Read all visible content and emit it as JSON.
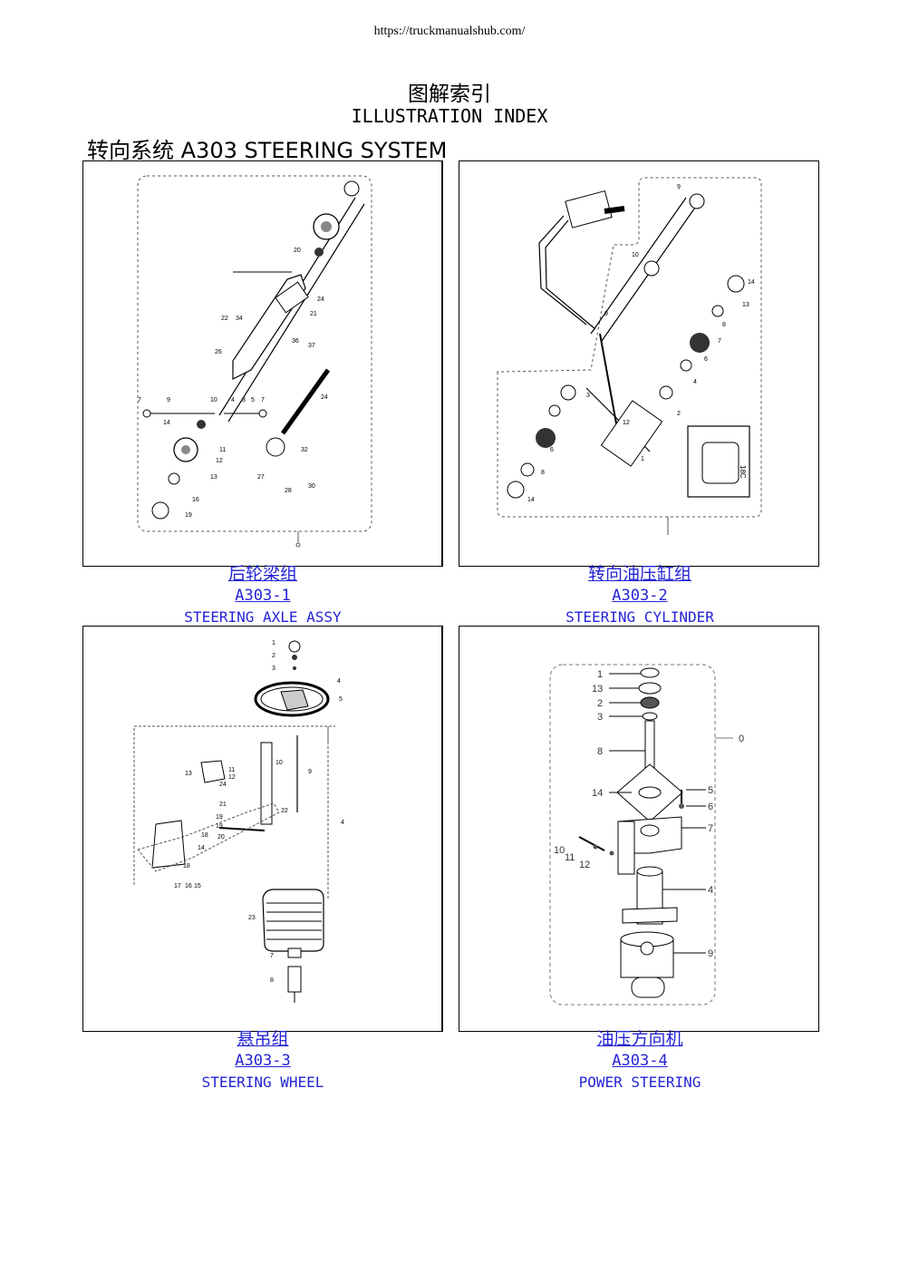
{
  "header": {
    "url": "https://truckmanualshub.com/",
    "title_cn": "图解索引",
    "title_en": "ILLUSTRATION INDEX",
    "section": "转向系统 A303 STEERING SYSTEM"
  },
  "panels": [
    {
      "cn": "后轮梁组",
      "code": "A303-1",
      "en": "STEERING AXLE ASSY"
    },
    {
      "cn": "转向油压缸组",
      "code": "A303-2",
      "en": "STEERING CYLINDER"
    },
    {
      "cn": "悬吊组",
      "code": "A303-3",
      "en": "STEERING WHEEL"
    },
    {
      "cn": "油压方向机",
      "code": "A303-4",
      "en": "POWER STEERING"
    }
  ],
  "callouts": {
    "p4": [
      "1",
      "13",
      "2",
      "3",
      "8",
      "14",
      "5",
      "6",
      "7",
      "10",
      "11",
      "12",
      "4",
      "9",
      "0"
    ],
    "p2_box": "18C"
  }
}
